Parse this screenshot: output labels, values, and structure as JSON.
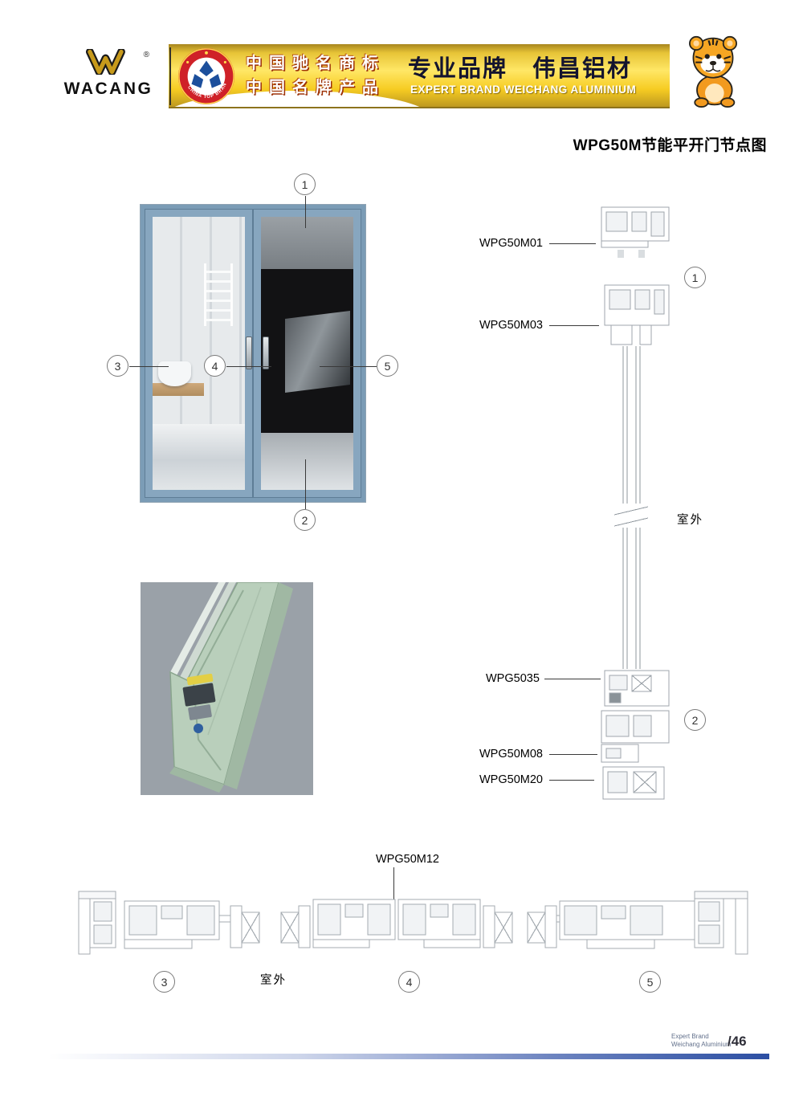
{
  "header": {
    "brand_name": "WACANG",
    "registered_mark": "®",
    "seal_ring_text": "CHINA TOP BRAND",
    "cn_honor_line1": "中国驰名商标",
    "cn_honor_line2": "中国名牌产品",
    "slogan_cn": "专业品牌　伟昌铝材",
    "slogan_en": "EXPERT BRAND WEICHANG ALUMINIUM"
  },
  "page_title": "WPG50M节能平开门节点图",
  "callouts": {
    "c1": "1",
    "c2": "2",
    "c3": "3",
    "c4": "4",
    "c5": "5"
  },
  "vertical_section": {
    "label_head_frame": "WPG50M01",
    "label_sash_top": "WPG50M03",
    "label_sash_bottom": "WPG5035",
    "label_sill": "WPG50M08",
    "label_threshold": "WPG50M20",
    "outdoor_label": "室外"
  },
  "horizontal_section": {
    "label_interlock": "WPG50M12",
    "outdoor_label": "室外"
  },
  "footer": {
    "brand_line1": "Expert Brand",
    "brand_line2": "Weichang Aluminium",
    "page_number": "/46"
  },
  "colors": {
    "banner_gold": "#f2c51d",
    "seal_red": "#cf2128",
    "slogan_navy": "#14142e",
    "door_frame_blue": "#87a6bf",
    "drawing_gray": "#9fa6ac",
    "footer_blue": "#2c4fa3"
  }
}
